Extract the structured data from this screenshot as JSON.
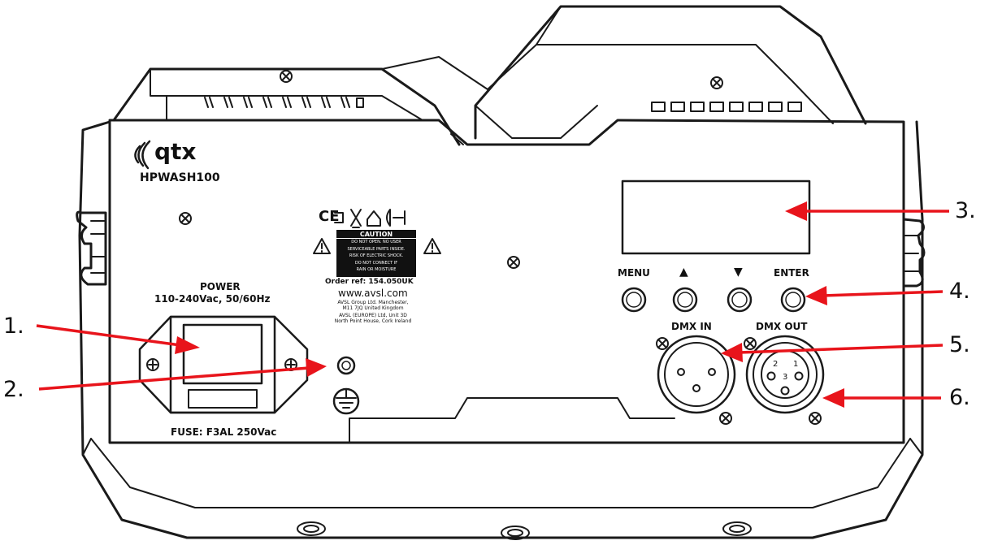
{
  "brand": {
    "logo_text": "qtx",
    "model": "HPWASH100"
  },
  "power": {
    "title": "POWER",
    "rating": "110-240Vac, 50/60Hz",
    "fuse": "FUSE: F3AL 250Vac"
  },
  "compliance": {
    "caution_title": "CAUTION",
    "caution_lines": [
      "DO NOT OPEN. NO USER",
      "SERVICEABLE PARTS INSIDE.",
      "RISK OF ELECTRIC SHOCK.",
      "DO NOT CONNECT IF",
      "RAIN OR MOISTURE"
    ],
    "order_ref": "Order ref: 154.050UK",
    "website": "www.avsl.com",
    "address_lines": [
      "AVSL Group Ltd. Manchester,",
      "M11 7JQ United Kingdom",
      "AVSL (EUROPE) Ltd, Unit 3D",
      "North Point House, Cork Ireland"
    ]
  },
  "controls": {
    "menu": "MENU",
    "up": "▲",
    "down": "▼",
    "enter": "ENTER"
  },
  "dmx": {
    "in_label": "DMX IN",
    "out_label": "DMX OUT",
    "pin1": "1",
    "pin2": "2",
    "pin3": "3"
  },
  "callouts": [
    "1.",
    "2.",
    "3.",
    "4.",
    "5.",
    "6."
  ],
  "colors": {
    "arrow": "#e8141b",
    "ink": "#1a1a1a",
    "caution_bg": "#111111"
  }
}
